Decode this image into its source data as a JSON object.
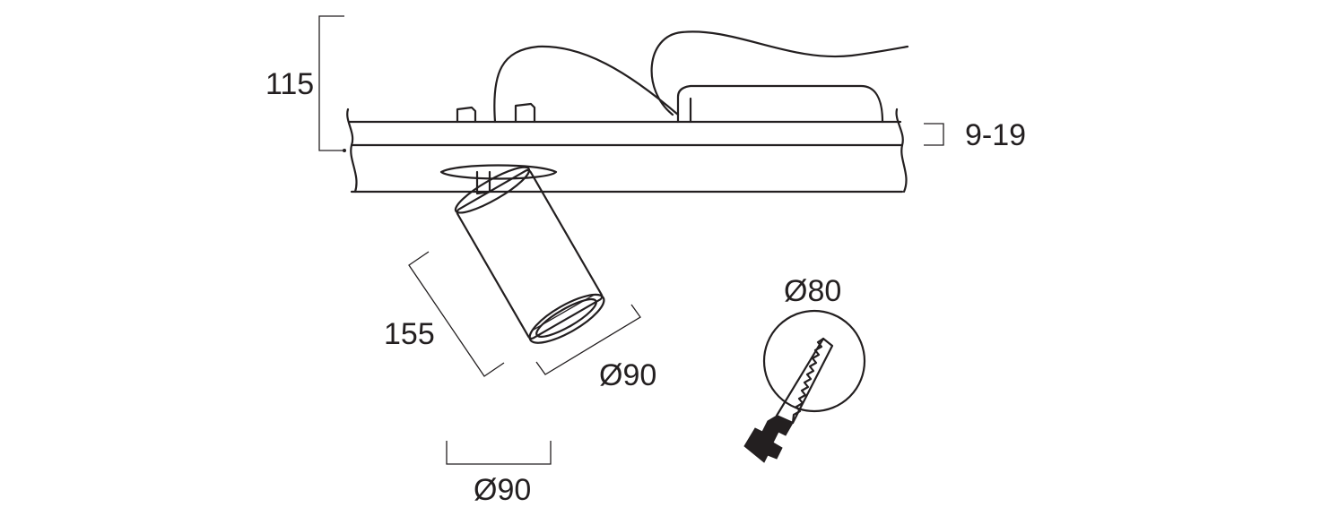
{
  "dimensions": {
    "fixture_height": "115",
    "ceiling_thickness": "9-19",
    "spot_length": "155",
    "spot_diameter_side": "Ø90",
    "spot_diameter_bottom": "Ø90",
    "cutout_diameter": "Ø80"
  },
  "colors": {
    "line": "#231f20",
    "background": "#ffffff"
  },
  "icons": {
    "cutout_tool": "hand-saw-icon"
  }
}
